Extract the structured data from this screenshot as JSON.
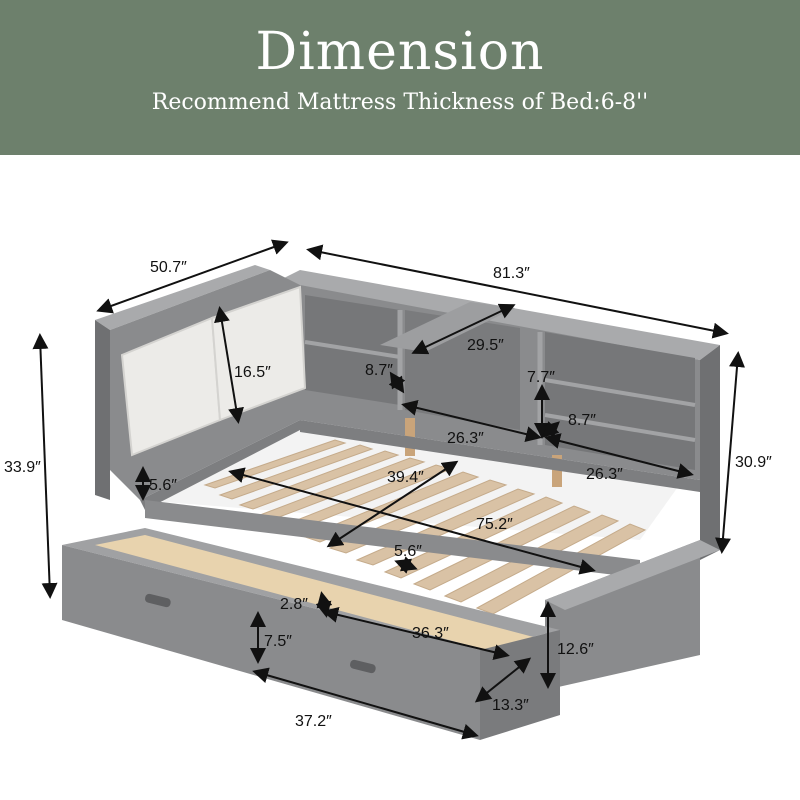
{
  "header": {
    "title": "Dimension",
    "subtitle": "Recommend Mattress Thickness of Bed:6-8''"
  },
  "colors": {
    "header_bg": "#6d806c",
    "frame": "#8a8b8d",
    "frame_dark": "#6f7072",
    "cushion": "#ecebe8",
    "slat": "#d9c2a5",
    "drawer_inner": "#e8d3ae"
  },
  "dimensions": {
    "width_top": "50.7″",
    "length_top": "81.3″",
    "height_left": "33.9″",
    "height_right": "30.9″",
    "cushion_height": "16.5″",
    "shelf_top_width": "29.5″",
    "shelf_depth_left": "8.7″",
    "shelf_gap": "7.7″",
    "shelf_depth_right": "8.7″",
    "shelf_width_left": "26.3″",
    "shelf_width_right": "26.3″",
    "side_rail": "5.6″",
    "inner_width": "39.4″",
    "inner_length": "75.2″",
    "slat_gap": "5.6″",
    "drawer_inner_depth": "2.8″",
    "drawer_inner_length": "36.3″",
    "drawer_height": "7.5″",
    "front_height": "12.6″",
    "drawer_width": "13.3″",
    "drawer_length": "37.2″"
  }
}
